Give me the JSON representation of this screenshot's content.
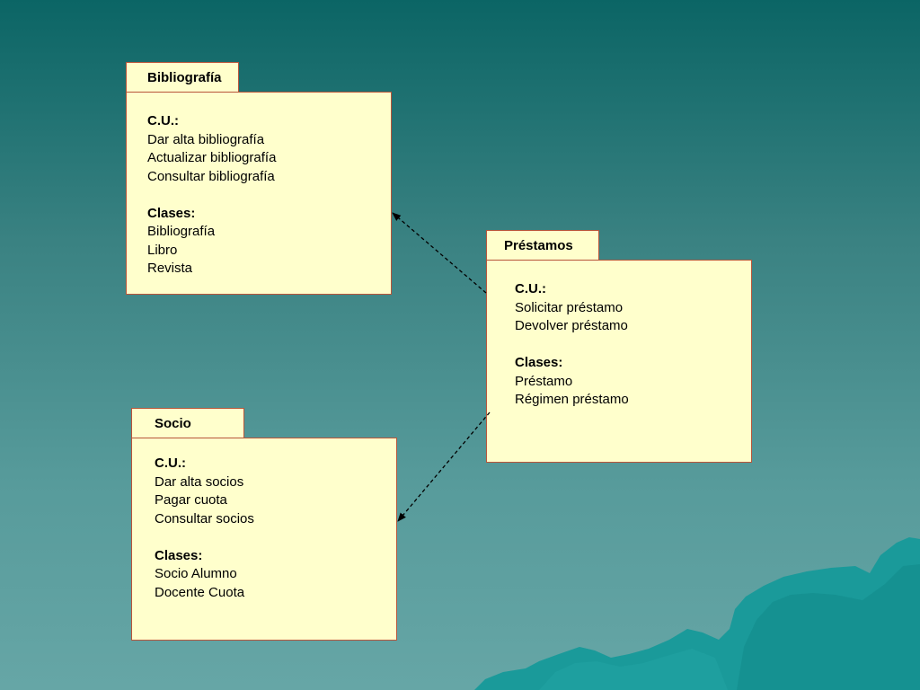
{
  "packages": [
    {
      "name": "Bibliografía",
      "cu_heading": "C.U.:",
      "use_cases": [
        "Dar alta bibliografía",
        "Actualizar bibliografía",
        "Consultar bibliografía"
      ],
      "classes_heading": "Clases:",
      "classes": [
        "Bibliografía",
        "Libro",
        "Revista"
      ]
    },
    {
      "name": "Préstamos",
      "cu_heading": "C.U.:",
      "use_cases": [
        "Solicitar préstamo",
        "Devolver préstamo"
      ],
      "classes_heading": "Clases:",
      "classes": [
        "Préstamo",
        "Régimen préstamo"
      ]
    },
    {
      "name": "Socio",
      "cu_heading": "C.U.:",
      "use_cases": [
        "Dar alta socios",
        "Pagar cuota",
        "Consultar socios"
      ],
      "classes_heading": "Clases:",
      "classes": [
        [
          "Socio",
          "Alumno"
        ],
        [
          "Docente",
          "Cuota"
        ]
      ]
    }
  ],
  "dependencies": [
    {
      "from": "Préstamos",
      "to": "Bibliografía",
      "style": "dashed"
    },
    {
      "from": "Préstamos",
      "to": "Socio",
      "style": "dashed"
    }
  ],
  "colors": {
    "box_fill": "#ffffcc",
    "box_border": "#b8553a",
    "background_top": "#0b6565",
    "background_bottom": "#66a6a6",
    "mountains": "#1a9a9a"
  }
}
